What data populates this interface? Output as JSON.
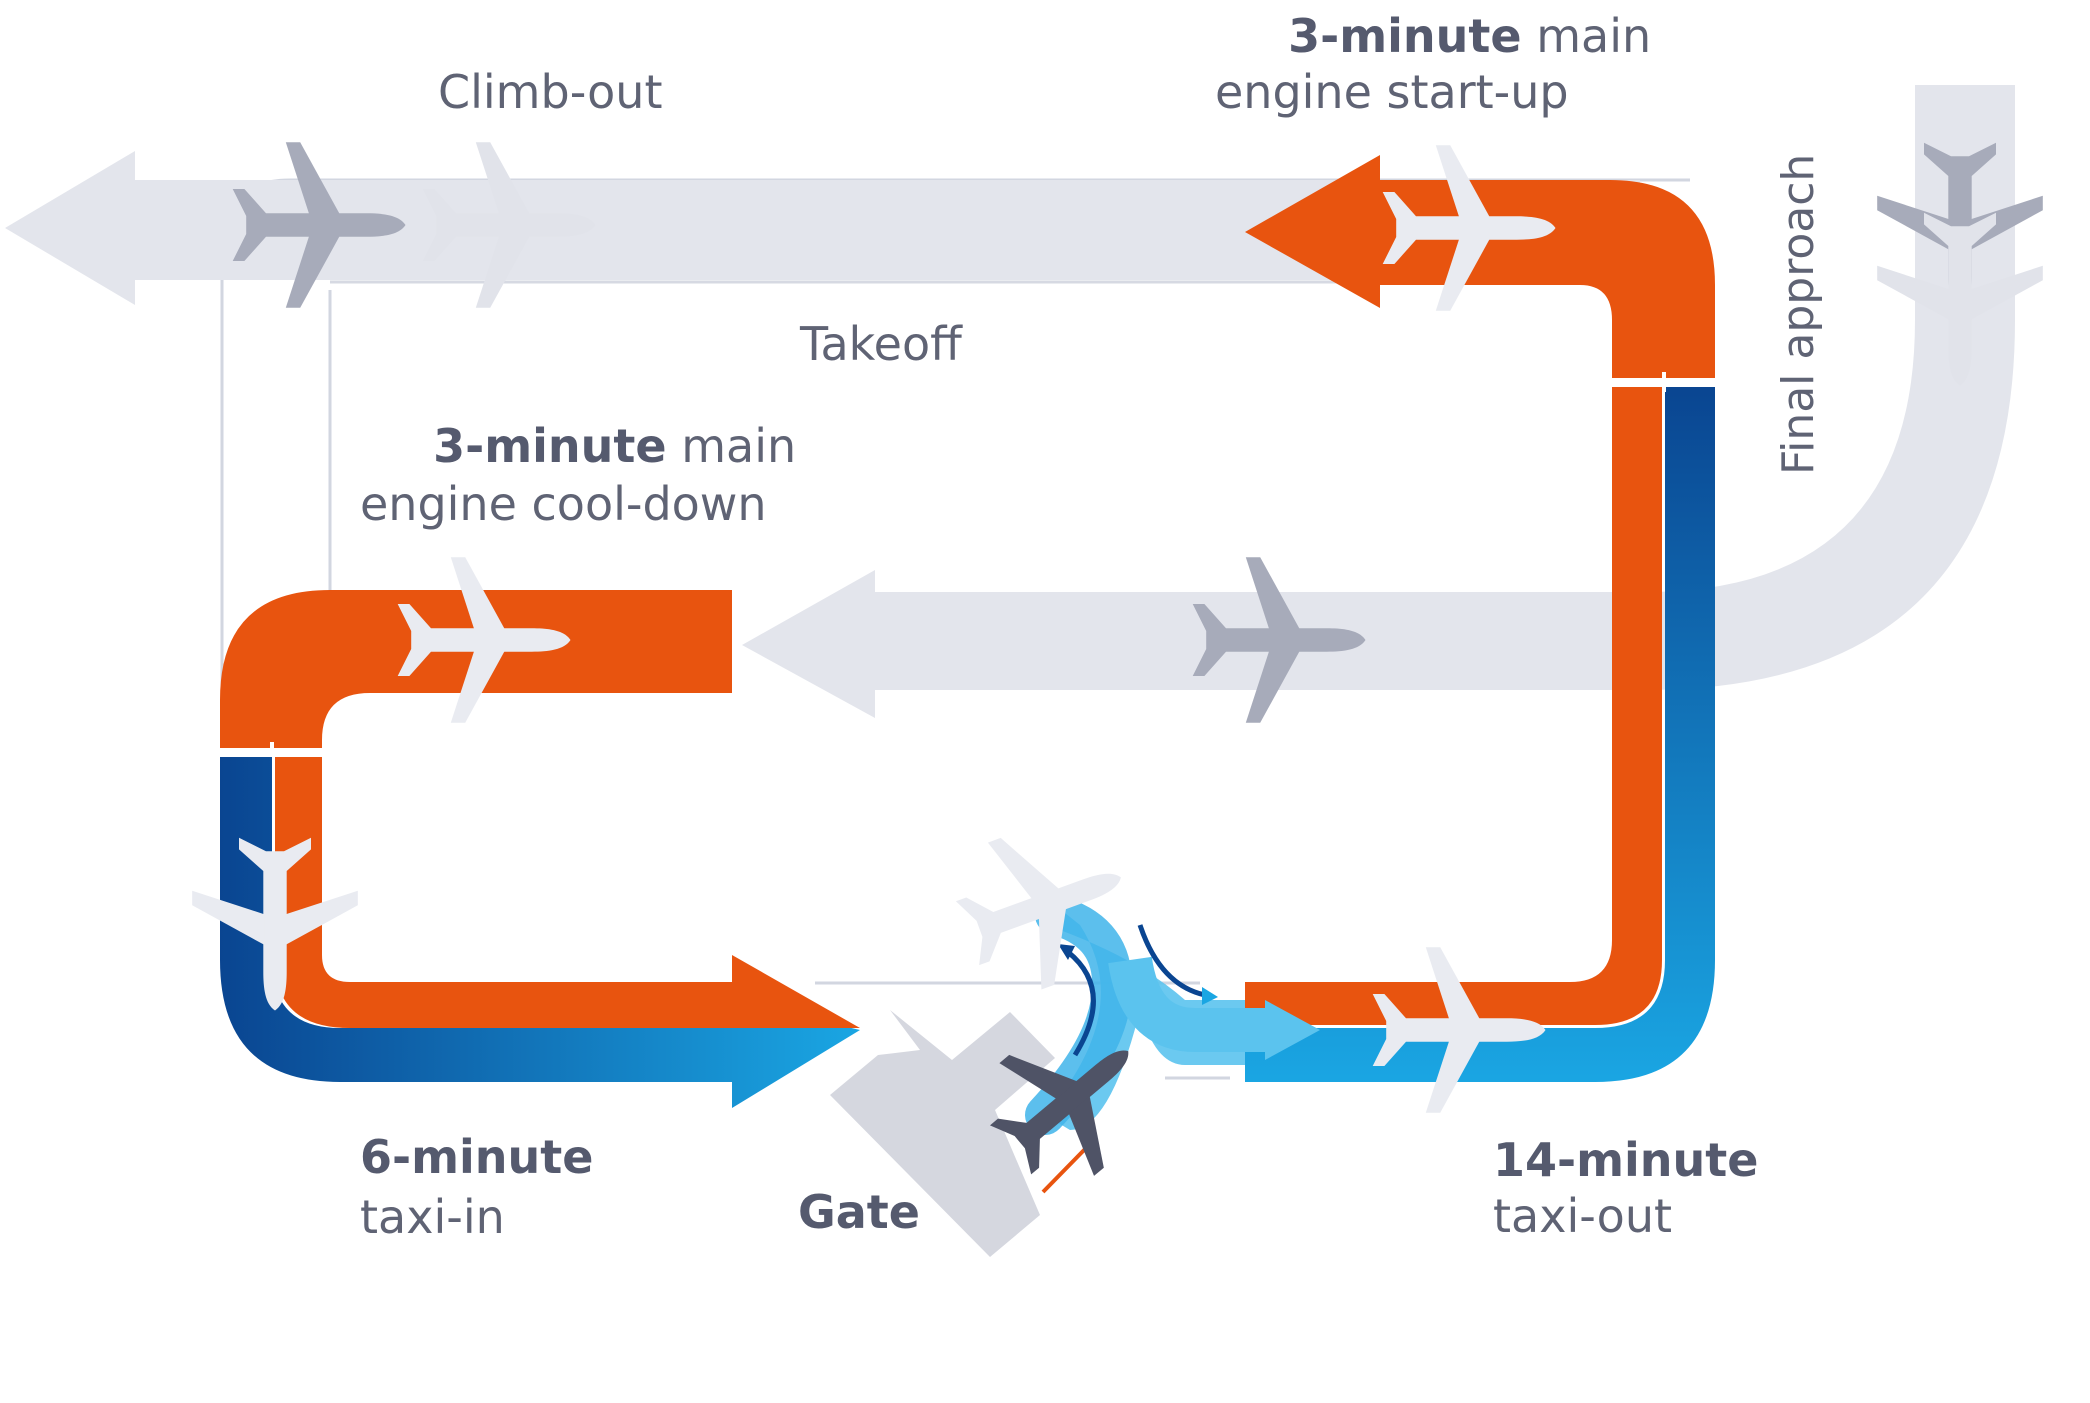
{
  "labels": {
    "climb_out": "Climb-out",
    "startup_bold": "3-minute",
    "startup_rest": " main",
    "startup_line2": "engine start-up",
    "takeoff": "Takeoff",
    "final_approach": "Final approach",
    "cooldown_bold": "3-minute",
    "cooldown_rest": " main",
    "cooldown_line2": "engine cool-down",
    "taxi_in_bold": "6-minute",
    "taxi_in_line2": "taxi-in",
    "gate": "Gate",
    "taxi_out_bold": "14-minute",
    "taxi_out_line2": "taxi-out"
  },
  "colors": {
    "engine_on": "#e8540f",
    "runway_grey": "#e3e5ec",
    "outline_grey": "#d2d6e0",
    "taxi_dark_blue": "#0a4591",
    "taxi_light_blue": "#1aa6e3",
    "plane_light": "#e9ebf1",
    "plane_mid": "#a7abba",
    "plane_dark": "#4f5366",
    "gate_grey": "#d5d7df"
  }
}
